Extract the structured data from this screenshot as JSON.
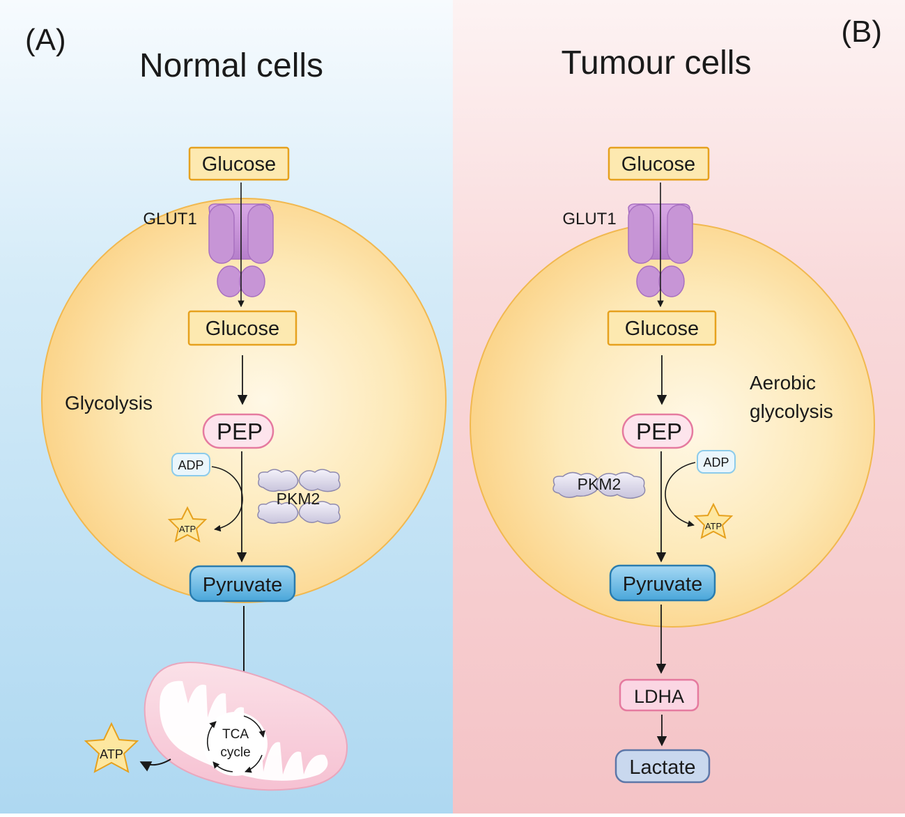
{
  "panels": {
    "a": {
      "letter": "(A)",
      "title": "Normal cells",
      "glucose_outside": "Glucose",
      "transporter": "GLUT1",
      "glucose_inside": "Glucose",
      "process": "Glycolysis",
      "pep": "PEP",
      "adp": "ADP",
      "atp": "ATP",
      "enzyme": "PKM2",
      "pyruvate": "Pyruvate",
      "tca_line1": "TCA",
      "tca_line2": "cycle",
      "atp_mito": "ATP"
    },
    "b": {
      "letter": "(B)",
      "title": "Tumour cells",
      "glucose_outside": "Glucose",
      "transporter": "GLUT1",
      "glucose_inside": "Glucose",
      "process_line1": "Aerobic",
      "process_line2": "glycolysis",
      "pep": "PEP",
      "adp": "ADP",
      "atp": "ATP",
      "enzyme": "PKM2",
      "pyruvate": "Pyruvate",
      "ldha": "LDHA",
      "lactate": "Lactate"
    }
  },
  "colors": {
    "normal_bg_top": "#f7fbfe",
    "normal_bg_bottom": "#aed8f1",
    "tumour_bg_top": "#fdf3f3",
    "tumour_bg_bottom": "#f4c3c6",
    "cell_fill_center": "#fff5dc",
    "cell_fill_edge": "#fbd68c",
    "cell_stroke": "#f1b84f",
    "metabolite_box": "#fde9b0",
    "metabolite_border": "#e6a11e",
    "pep_fill": "#fde4ec",
    "pep_border": "#e57a9f",
    "pyruvate_fill": "#6ebde6",
    "pyruvate_border": "#2a7cae",
    "glut1": "#c795d6",
    "mito_fill": "#f9cfdc",
    "atp_fill": "#fde7a0",
    "lactate_fill": "#c9d8ee"
  }
}
